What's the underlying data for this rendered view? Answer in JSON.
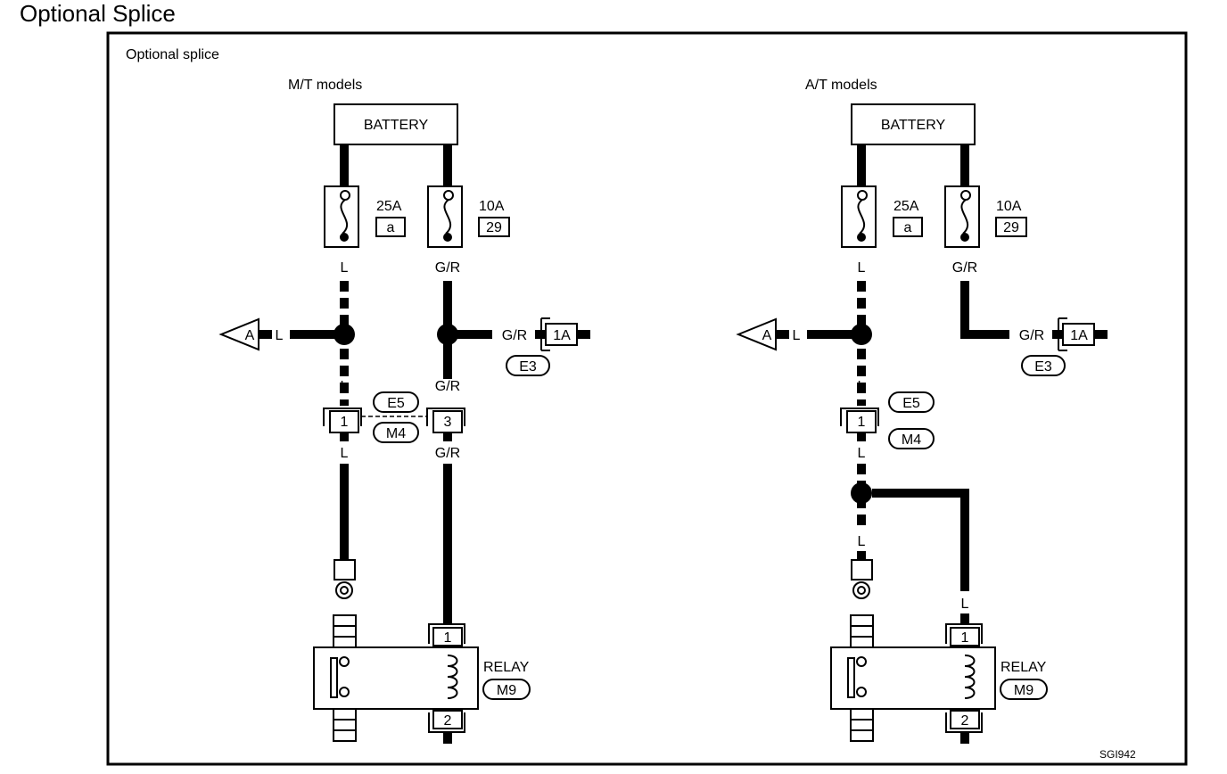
{
  "page_title": "Optional Splice",
  "frame_caption": "Optional splice",
  "figure_code": "SGI942",
  "sections": [
    {
      "id": "mt",
      "title": "M/T models",
      "battery": "BATTERY",
      "fuse_left_rating": "25A",
      "fuse_left_id": "a",
      "fuse_right_rating": "10A",
      "fuse_right_id": "29",
      "wire_l": "L",
      "wire_gr": "G/R",
      "conn_a": "A",
      "conn_1a": "1A",
      "conn_e3": "E3",
      "conn_e5": "E5",
      "conn_m4": "M4",
      "pin_1": "1",
      "pin_3": "3",
      "relay": "RELAY",
      "relay_conn": "M9",
      "relay_pin_1": "1",
      "relay_pin_2": "2"
    },
    {
      "id": "at",
      "title": "A/T models",
      "battery": "BATTERY",
      "fuse_left_rating": "25A",
      "fuse_left_id": "a",
      "fuse_right_rating": "10A",
      "fuse_right_id": "29",
      "wire_l": "L",
      "wire_gr": "G/R",
      "conn_a": "A",
      "conn_1a": "1A",
      "conn_e3": "E3",
      "conn_e5": "E5",
      "conn_m4": "M4",
      "pin_1": "1",
      "relay": "RELAY",
      "relay_conn": "M9",
      "relay_pin_1": "1",
      "relay_pin_2": "2"
    }
  ]
}
